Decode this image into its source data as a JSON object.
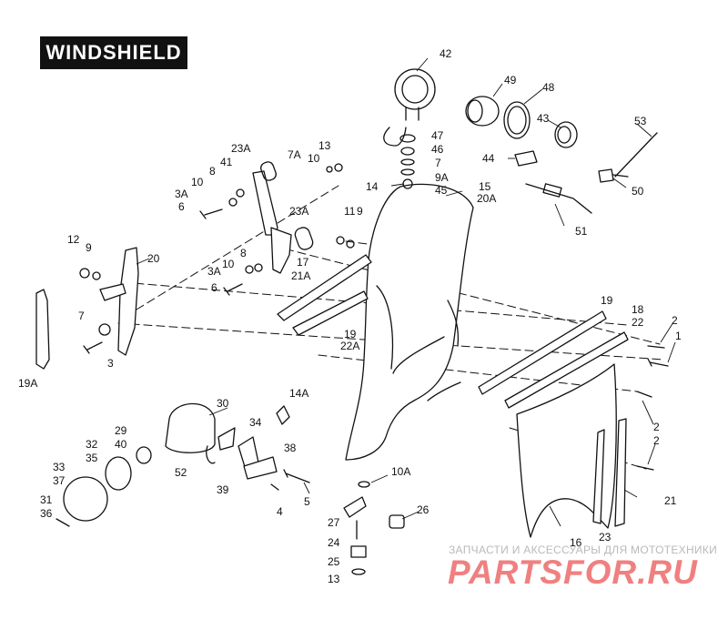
{
  "title": "WINDSHIELD",
  "watermark": {
    "line1": "ЗАПЧАСТИ И АКСЕССУАРЫ ДЛЯ МОТОТЕХНИКИ",
    "line2": "PARTSFOR.RU",
    "color": "#f08080"
  },
  "callouts": [
    {
      "text": "42"
    },
    {
      "text": "49"
    },
    {
      "text": "48"
    },
    {
      "text": "43"
    },
    {
      "text": "53"
    },
    {
      "text": "47"
    },
    {
      "text": "46"
    },
    {
      "text": "7"
    },
    {
      "text": "9A"
    },
    {
      "text": "45"
    },
    {
      "text": "14"
    },
    {
      "text": "15"
    },
    {
      "text": "20A"
    },
    {
      "text": "44"
    },
    {
      "text": "50"
    },
    {
      "text": "51"
    },
    {
      "text": "23A"
    },
    {
      "text": "7A"
    },
    {
      "text": "13"
    },
    {
      "text": "41"
    },
    {
      "text": "8"
    },
    {
      "text": "10"
    },
    {
      "text": "3A"
    },
    {
      "text": "6"
    },
    {
      "text": "10"
    },
    {
      "text": "23A"
    },
    {
      "text": "11"
    },
    {
      "text": "9"
    },
    {
      "text": "12"
    },
    {
      "text": "9"
    },
    {
      "text": "20"
    },
    {
      "text": "8"
    },
    {
      "text": "3A"
    },
    {
      "text": "10"
    },
    {
      "text": "6"
    },
    {
      "text": "17"
    },
    {
      "text": "21A"
    },
    {
      "text": "7"
    },
    {
      "text": "3"
    },
    {
      "text": "19A"
    },
    {
      "text": "19"
    },
    {
      "text": "22A"
    },
    {
      "text": "19"
    },
    {
      "text": "18"
    },
    {
      "text": "22"
    },
    {
      "text": "2"
    },
    {
      "text": "1"
    },
    {
      "text": "2"
    },
    {
      "text": "2"
    },
    {
      "text": "21"
    },
    {
      "text": "23"
    },
    {
      "text": "16"
    },
    {
      "text": "30"
    },
    {
      "text": "14A"
    },
    {
      "text": "34"
    },
    {
      "text": "29"
    },
    {
      "text": "40"
    },
    {
      "text": "32"
    },
    {
      "text": "35"
    },
    {
      "text": "38"
    },
    {
      "text": "52"
    },
    {
      "text": "39"
    },
    {
      "text": "33"
    },
    {
      "text": "37"
    },
    {
      "text": "5"
    },
    {
      "text": "4"
    },
    {
      "text": "31"
    },
    {
      "text": "36"
    },
    {
      "text": "10A"
    },
    {
      "text": "27"
    },
    {
      "text": "26"
    },
    {
      "text": "24"
    },
    {
      "text": "25"
    },
    {
      "text": "13"
    }
  ]
}
